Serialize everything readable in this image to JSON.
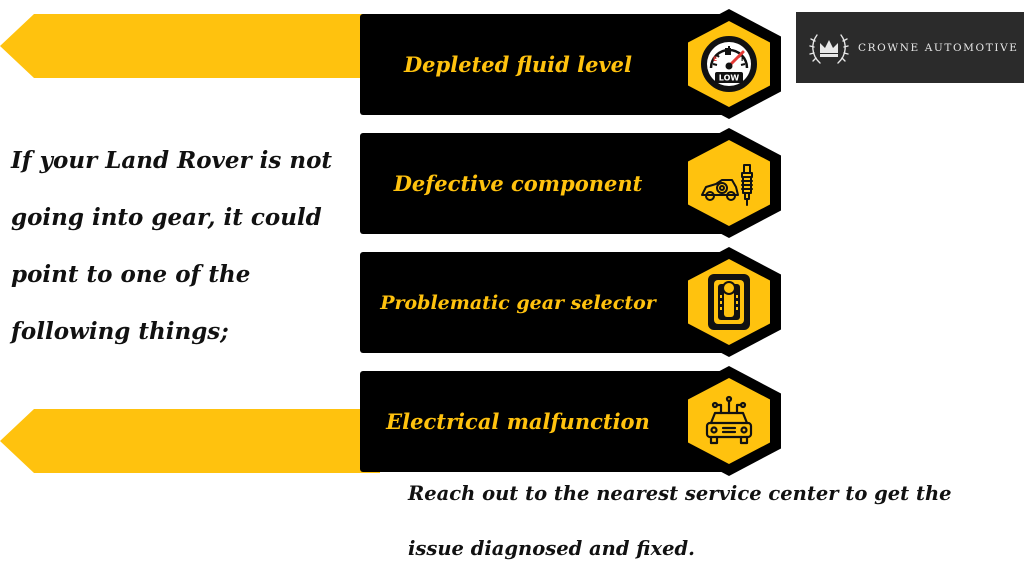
{
  "intro": {
    "text": "If your Land Rover is not going into gear, it could point to one of the following things;"
  },
  "causes": [
    {
      "label": "Depleted fluid level",
      "icon": "fuel-gauge-icon",
      "gauge_text": "LOW",
      "gauge_empty": "E",
      "gauge_full": "F"
    },
    {
      "label": "Defective component",
      "icon": "car-parts-icon"
    },
    {
      "label": "Problematic gear selector",
      "icon": "gear-selector-icon"
    },
    {
      "label": "Electrical malfunction",
      "icon": "car-electrical-icon"
    }
  ],
  "brand": {
    "name": "CROWNE AUTOMOTIVE",
    "logo_icon": "crown-laurel-icon"
  },
  "cta": {
    "text": "Reach out to the nearest service center to get the issue diagnosed and fixed."
  },
  "colors": {
    "accent": "#FFC20E",
    "card": "#000000",
    "text": "#111111",
    "logo_bg": "#2B2B2B"
  }
}
